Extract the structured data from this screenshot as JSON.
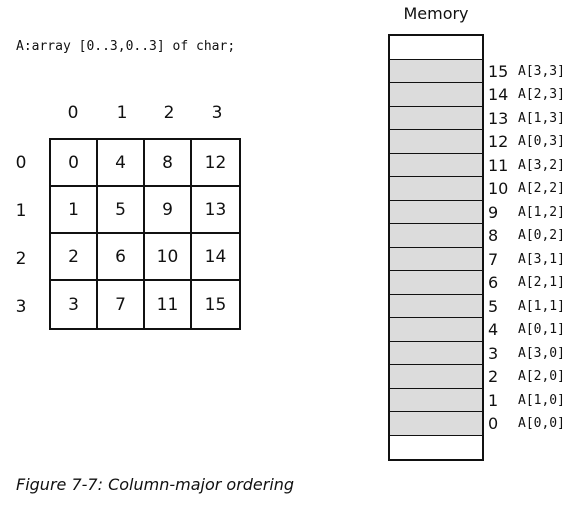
{
  "declaration": "A:array [0..3,0..3] of char;",
  "matrix": {
    "column_headers": [
      "0",
      "1",
      "2",
      "3"
    ],
    "row_headers": [
      "0",
      "1",
      "2",
      "3"
    ],
    "rows": [
      [
        "0",
        "4",
        "8",
        "12"
      ],
      [
        "1",
        "5",
        "9",
        "13"
      ],
      [
        "2",
        "6",
        "10",
        "14"
      ],
      [
        "3",
        "7",
        "11",
        "15"
      ]
    ]
  },
  "memory": {
    "title": "Memory",
    "slots": [
      {
        "index": "15",
        "element": "A[3,3]"
      },
      {
        "index": "14",
        "element": "A[2,3]"
      },
      {
        "index": "13",
        "element": "A[1,3]"
      },
      {
        "index": "12",
        "element": "A[0,3]"
      },
      {
        "index": "11",
        "element": "A[3,2]"
      },
      {
        "index": "10",
        "element": "A[2,2]"
      },
      {
        "index": "9",
        "element": "A[1,2]"
      },
      {
        "index": "8",
        "element": "A[0,2]"
      },
      {
        "index": "7",
        "element": "A[3,1]"
      },
      {
        "index": "6",
        "element": "A[2,1]"
      },
      {
        "index": "5",
        "element": "A[1,1]"
      },
      {
        "index": "4",
        "element": "A[0,1]"
      },
      {
        "index": "3",
        "element": "A[3,0]"
      },
      {
        "index": "2",
        "element": "A[2,0]"
      },
      {
        "index": "1",
        "element": "A[1,0]"
      },
      {
        "index": "0",
        "element": "A[0,0]"
      }
    ]
  },
  "caption": "Figure 7-7: Column-major ordering"
}
